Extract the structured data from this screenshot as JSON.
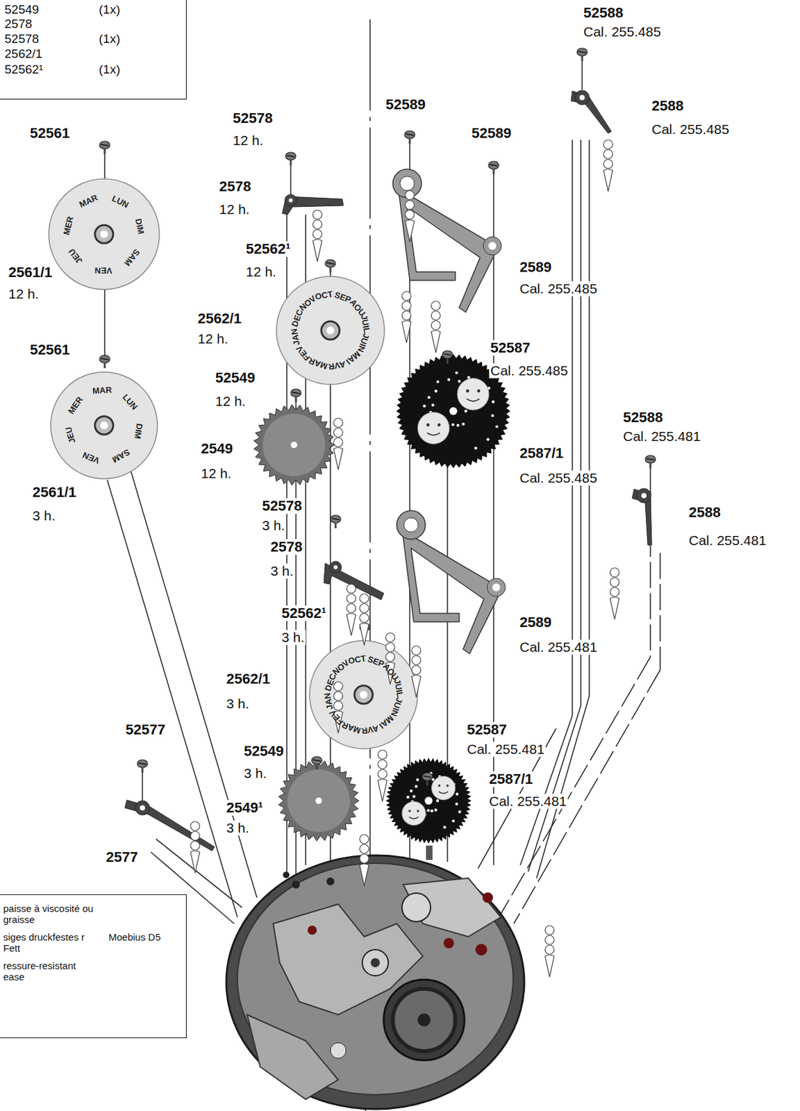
{
  "diagram": {
    "nodes": [
      {
        "text": [
          "52549",
          "(1x)",
          "2578",
          "52578",
          "(1x)",
          "2562/1",
          "52562¹",
          "(1x)"
        ]
      },
      {
        "text": [
          "paisse à viscosité ou graisse",
          "siges druckfestes r Fett",
          "ressure-resistant ease",
          "Moebius D5"
        ]
      }
    ],
    "labels": [
      "52588",
      "Cal. 255.485",
      "52589",
      "2588",
      "Cal. 255.485",
      "52561",
      "52578",
      "12 h.",
      "52589",
      "2578",
      "12 h.",
      "52562¹",
      "12 h.",
      "2589",
      "Cal. 255.485",
      "2561/1",
      "12 h.",
      "2562/1",
      "12 h.",
      "52561",
      "52587",
      "Cal. 255.485",
      "52549",
      "12 h.",
      "52588",
      "Cal. 255.481",
      "2549",
      "12 h.",
      "2587/1",
      "Cal. 255.485",
      "2561/1",
      "3 h.",
      "52578",
      "3 h.",
      "2588",
      "Cal. 255.481",
      "2578",
      "3 h.",
      "52562¹",
      "3 h.",
      "2589",
      "Cal. 255.481",
      "2562/1",
      "3 h.",
      "52577",
      "52587",
      "Cal. 255.481",
      "52549",
      "3 h.",
      "2587/1",
      "Cal. 255.481",
      "2549¹",
      "3 h.",
      "2577",
      "MAR",
      "LUN",
      "DIM",
      "SAM",
      "VEN",
      "JEU",
      "MER",
      "MER",
      "MAR",
      "LUN",
      "DIM",
      "SAM",
      "VEN",
      "JEU",
      "SEP",
      "AOU",
      "JUIL",
      "JUIN",
      "MAI",
      "AVR",
      "MAR",
      "FEV",
      "JAN",
      "DEC",
      "NOV",
      "OCT",
      "SEP",
      "AOU",
      "JUIL",
      "JUIN",
      "MAI",
      "AVR",
      "MAR",
      "FEV",
      "JAN",
      "DEC",
      "NOV",
      "OCT"
    ]
  }
}
